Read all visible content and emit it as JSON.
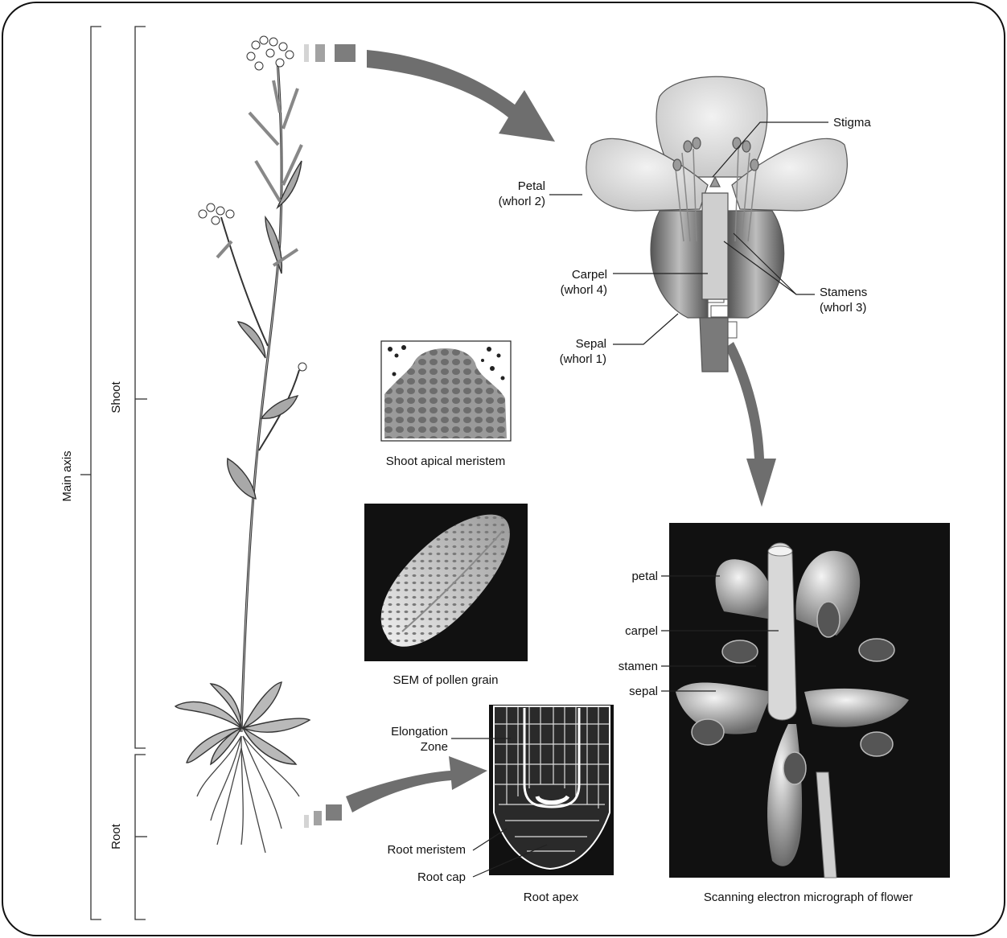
{
  "axis_labels": {
    "main_axis": "Main axis",
    "shoot": "Shoot",
    "root": "Root"
  },
  "flower_labels": {
    "stigma": "Stigma",
    "petal_line1": "Petal",
    "petal_line2": "(whorl 2)",
    "carpel_line1": "Carpel",
    "carpel_line2": "(whorl 4)",
    "stamens_line1": "Stamens",
    "stamens_line2": "(whorl 3)",
    "sepal_line1": "Sepal",
    "sepal_line2": "(whorl 1)"
  },
  "captions": {
    "shoot_apical_meristem": "Shoot apical meristem",
    "pollen": "SEM of pollen grain",
    "root_apex": "Root apex",
    "flower_sem": "Scanning electron micrograph of flower"
  },
  "root_labels": {
    "elongation_line1": "Elongation",
    "elongation_line2": "Zone",
    "root_meristem": "Root meristem",
    "root_cap": "Root cap"
  },
  "sem_labels": {
    "petal": "petal",
    "carpel": "carpel",
    "stamen": "stamen",
    "sepal": "sepal"
  },
  "colors": {
    "arrow": "#6e6e6e",
    "micrograph_bg": "#111111",
    "frame": "#111111"
  }
}
